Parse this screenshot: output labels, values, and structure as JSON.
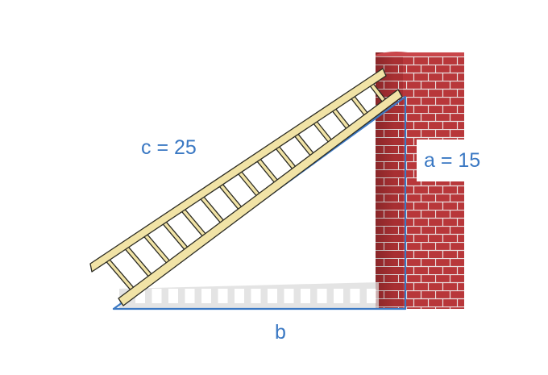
{
  "labels": {
    "hypotenuse": "c = 25",
    "vertical": "a = 15",
    "base": "b"
  },
  "colors": {
    "triangle": "#3a78c3",
    "label": "#3a78c3",
    "brick": "#b8373a",
    "mortar": "#e9e0e0",
    "ladder_wood": "#f1e3a6",
    "ladder_outline": "#2b2b22",
    "shadow": "#dcdcdc"
  }
}
